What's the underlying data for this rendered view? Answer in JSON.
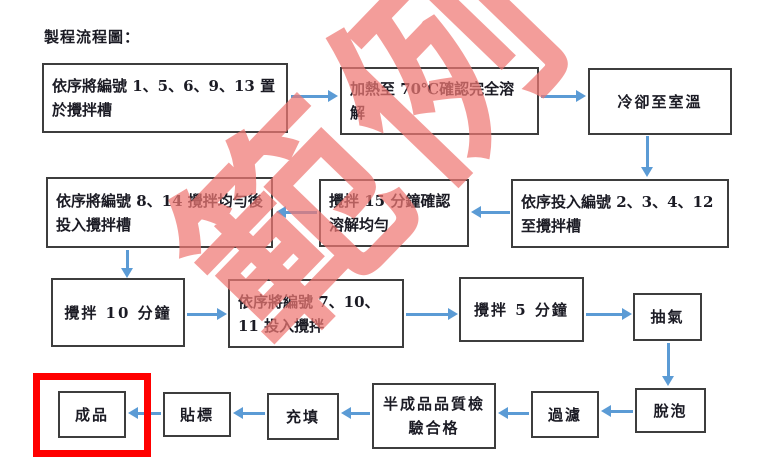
{
  "page": {
    "title": "製程流程圖：",
    "watermark": "範例"
  },
  "colors": {
    "background": "#ffffff",
    "text": "#1b1b24",
    "box_border": "#3d3d3d",
    "arrow": "#5B9BD5",
    "highlight": "#FF0000",
    "watermark": "#ef7874"
  },
  "flowchart": {
    "boxes": [
      {
        "id": "step-1",
        "label": "依序將編號 1、5、6、9、13 置於攪拌槽"
      },
      {
        "id": "step-2",
        "label": "加熱至 70℃確認完全溶解"
      },
      {
        "id": "step-3",
        "label": "冷卻至室溫"
      },
      {
        "id": "step-4",
        "label": "依序投入編號 2、3、4、12 至攪拌槽"
      },
      {
        "id": "step-5",
        "label": "攪拌 15 分鐘確認溶解均勻"
      },
      {
        "id": "step-6",
        "label": "依序將編號 8、14 攪拌均勻後投入攪拌槽"
      },
      {
        "id": "step-7",
        "label": "攪拌 10 分鐘"
      },
      {
        "id": "step-8",
        "label": "依序將編號 7、10、11 投入攪拌"
      },
      {
        "id": "step-9",
        "label": "攪拌 5 分鐘"
      },
      {
        "id": "step-10",
        "label": "抽氣"
      },
      {
        "id": "step-11",
        "label": "脫泡"
      },
      {
        "id": "step-12",
        "label": "過濾"
      },
      {
        "id": "step-13",
        "label": "半成品品質檢驗合格"
      },
      {
        "id": "step-14",
        "label": "充填"
      },
      {
        "id": "step-15",
        "label": "貼標"
      },
      {
        "id": "step-16",
        "label": "成品",
        "highlighted": true
      }
    ]
  }
}
